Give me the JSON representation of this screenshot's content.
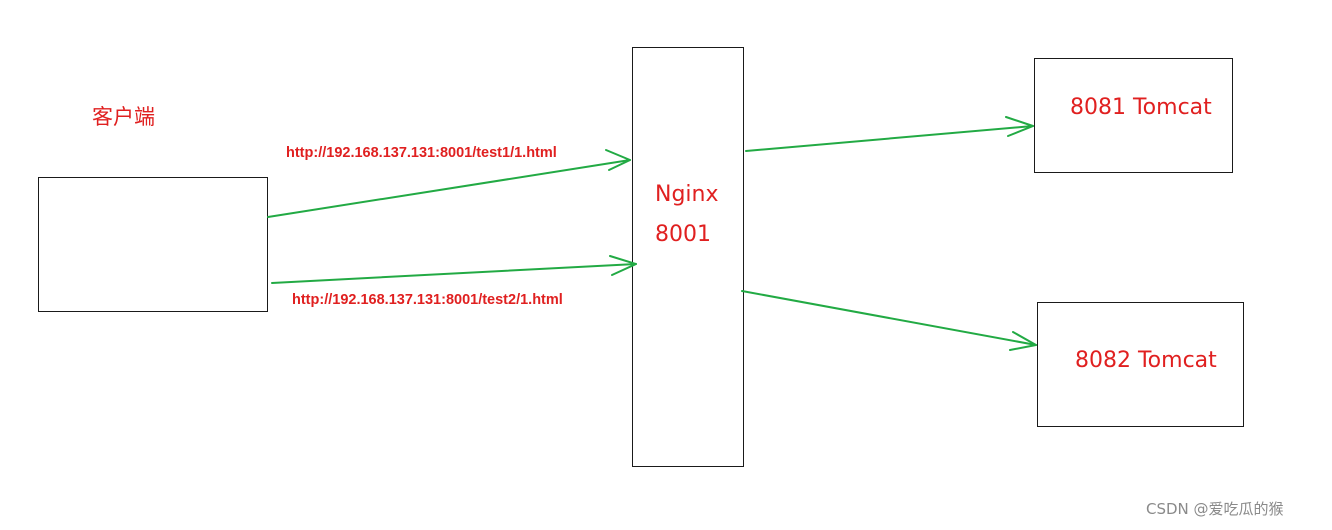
{
  "client": {
    "label": "客户端"
  },
  "requests": [
    {
      "url": "http://192.168.137.131:8001/test1/1.html"
    },
    {
      "url": "http://192.168.137.131:8001/test2/1.html"
    }
  ],
  "nginx": {
    "title": "Nginx",
    "port": "8001"
  },
  "servers": [
    {
      "label": "8081 Tomcat"
    },
    {
      "label": "8082 Tomcat"
    }
  ],
  "watermark": "CSDN @爱吃瓜的猴",
  "colors": {
    "label": "#e02020",
    "arrow": "#22aa44",
    "border": "#1a1a1a",
    "watermark": "#8a8a8a"
  }
}
